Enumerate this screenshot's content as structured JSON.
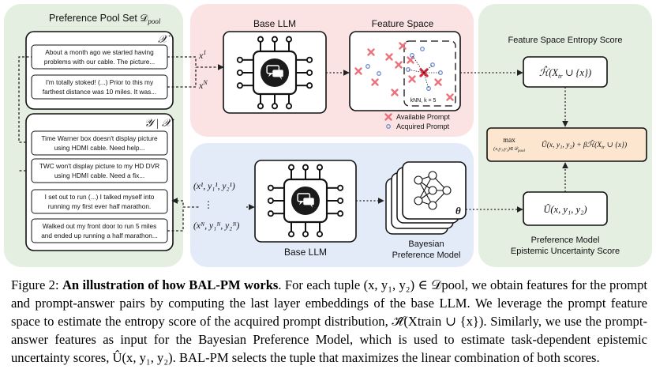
{
  "panels": {
    "pool": {
      "title": "Preference Pool Set 𝒟",
      "title_sub": "pool",
      "x_label": "𝒳",
      "yx_label": "𝒴 | 𝒳",
      "prompts": [
        {
          "line1": "About a month ago we started having",
          "line2": "problems with our cable. The picture..."
        },
        {
          "line1": "I'm totally stoked! (...)  Prior to this my",
          "line2": "farthest distance was 10 miles. It was..."
        }
      ],
      "answers": [
        {
          "line1": "Time Warner box doesn't display picture",
          "line2": "using HDMI cable. Need help..."
        },
        {
          "line1": "TWC won't display picture to my HD DVR",
          "line2": "using HDMI cable. Need a fix..."
        },
        {
          "line1": "I set out to run (...) I talked myself into",
          "line2": "running my first ever half marathon."
        },
        {
          "line1": "Walked out my front door to run 5 miles",
          "line2": "and ended up running a half marathon..."
        }
      ]
    },
    "top": {
      "base_llm_label": "Base LLM",
      "feature_space_label": "Feature Space",
      "knn_label": "kNN, k = 5",
      "legend_available": "Available Prompt",
      "legend_acquired": "Acquired Prompt",
      "x1": "x",
      "x1_sup": "1",
      "xN": "x",
      "xN_sup": "N"
    },
    "bottom": {
      "base_llm_label": "Base LLM",
      "bpm_label_1": "Bayesian",
      "bpm_label_2": "Preference Model",
      "theta": "θ",
      "tuple_1": "(x¹, y₁¹, y₂¹)",
      "tuple_N": "(xᴺ, y₁ᴺ, y₂ᴺ)",
      "vdots": "⋮"
    },
    "right": {
      "entropy_title": "Feature Space Entropy Score",
      "entropy_formula": "ℋ̂(X",
      "entropy_formula_sub": "tr",
      "entropy_formula_rest": " ∪ {x})",
      "max_label": "max",
      "max_sub": "(x,y₁,y₂)∈𝒟",
      "max_sub_pool": "pool",
      "objective": "Û(x, y₁, y₂) + βℋ̂(X",
      "objective_sub": "tr",
      "objective_rest": " ∪ {x})",
      "u_formula": "Û(x, y₁, y₂)",
      "pm_label_1": "Preference Model",
      "pm_label_2": "Epistemic Uncertainty Score"
    }
  },
  "caption": {
    "figure": "Figure 2: ",
    "bold": "An illustration of how BAL-PM works",
    "text": ". For each tuple (x, y₁, y₂) ∈ 𝒟pool, we obtain features for the prompt and prompt-answer pairs by computing the last layer embeddings of the base LLM. We leverage the prompt feature space to estimate the entropy score of the acquired prompt distribution, ℋ̂(Xtrain ∪ {x}). Similarly, we use the prompt-answer features as input for the Bayesian Preference Model, which is used to estimate task-dependent epistemic uncertainty scores, Û(x, y₁, y₂). BAL-PM selects the tuple that maximizes the linear combination of both scores."
  },
  "colors": {
    "pool_bg": "#e4efe1",
    "top_bg": "#fbe3e4",
    "bottom_bg": "#e3ebf8",
    "right_bg": "#e4efe1",
    "highlight_bg": "#fce6cf",
    "available": "#e8737c",
    "acquired": "#6f8fd4",
    "selected": "#e0273d"
  },
  "icons": [
    "chip-llm-icon",
    "neural-network-icon",
    "cross-marker-icon",
    "circle-marker-icon"
  ]
}
